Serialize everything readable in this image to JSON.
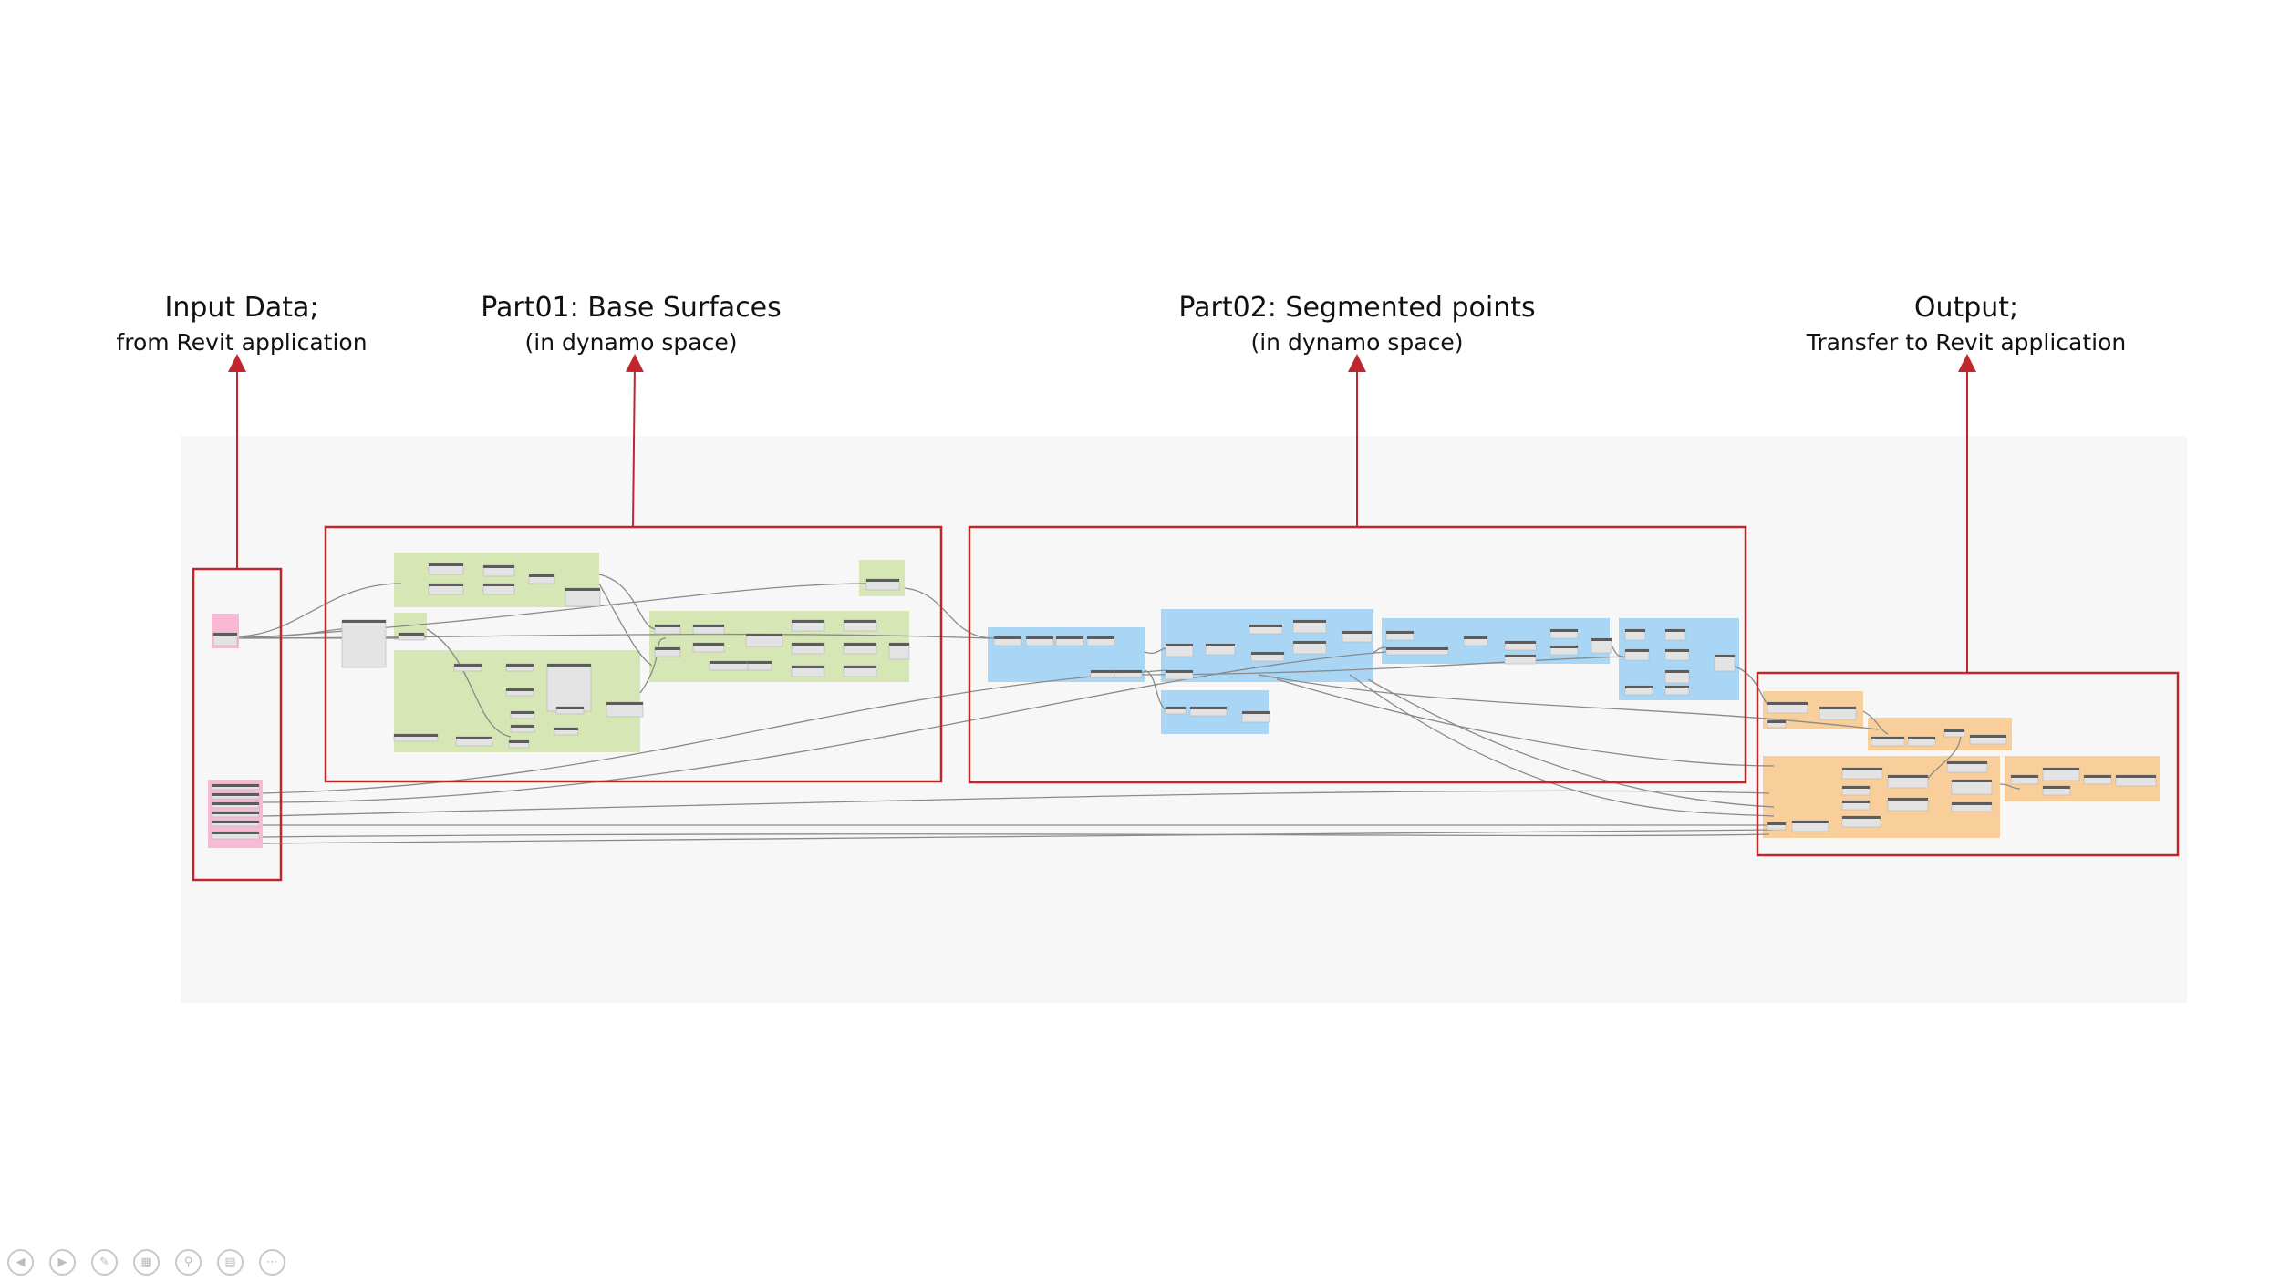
{
  "sections": [
    {
      "id": "input",
      "title": "Input Data;",
      "subtitle": "from Revit application"
    },
    {
      "id": "part01",
      "title": "Part01: Base Surfaces",
      "subtitle": "(in dynamo space)"
    },
    {
      "id": "part02",
      "title": "Part02: Segmented points",
      "subtitle": "(in dynamo space)"
    },
    {
      "id": "output",
      "title": "Output;",
      "subtitle": "Transfer to Revit application"
    }
  ],
  "colors": {
    "frame": "#c0262d",
    "canvas": "#f7f7f7",
    "group_input": "#f7b9d3",
    "group_part01": "#d6e6b4",
    "group_part02": "#a9d6f5",
    "group_output": "#f8cf9a",
    "node_header": "#5c5c5c",
    "node_body": "#e3e3e3",
    "wire": "#8a8a8a"
  },
  "toolbar": [
    {
      "name": "prev-slide-icon",
      "glyph": "◀"
    },
    {
      "name": "next-slide-icon",
      "glyph": "▶"
    },
    {
      "name": "pen-icon",
      "glyph": "✎"
    },
    {
      "name": "slides-grid-icon",
      "glyph": "▦"
    },
    {
      "name": "zoom-icon",
      "glyph": "⚲"
    },
    {
      "name": "subtitles-icon",
      "glyph": "▤"
    },
    {
      "name": "more-options-icon",
      "glyph": "⋯"
    }
  ]
}
